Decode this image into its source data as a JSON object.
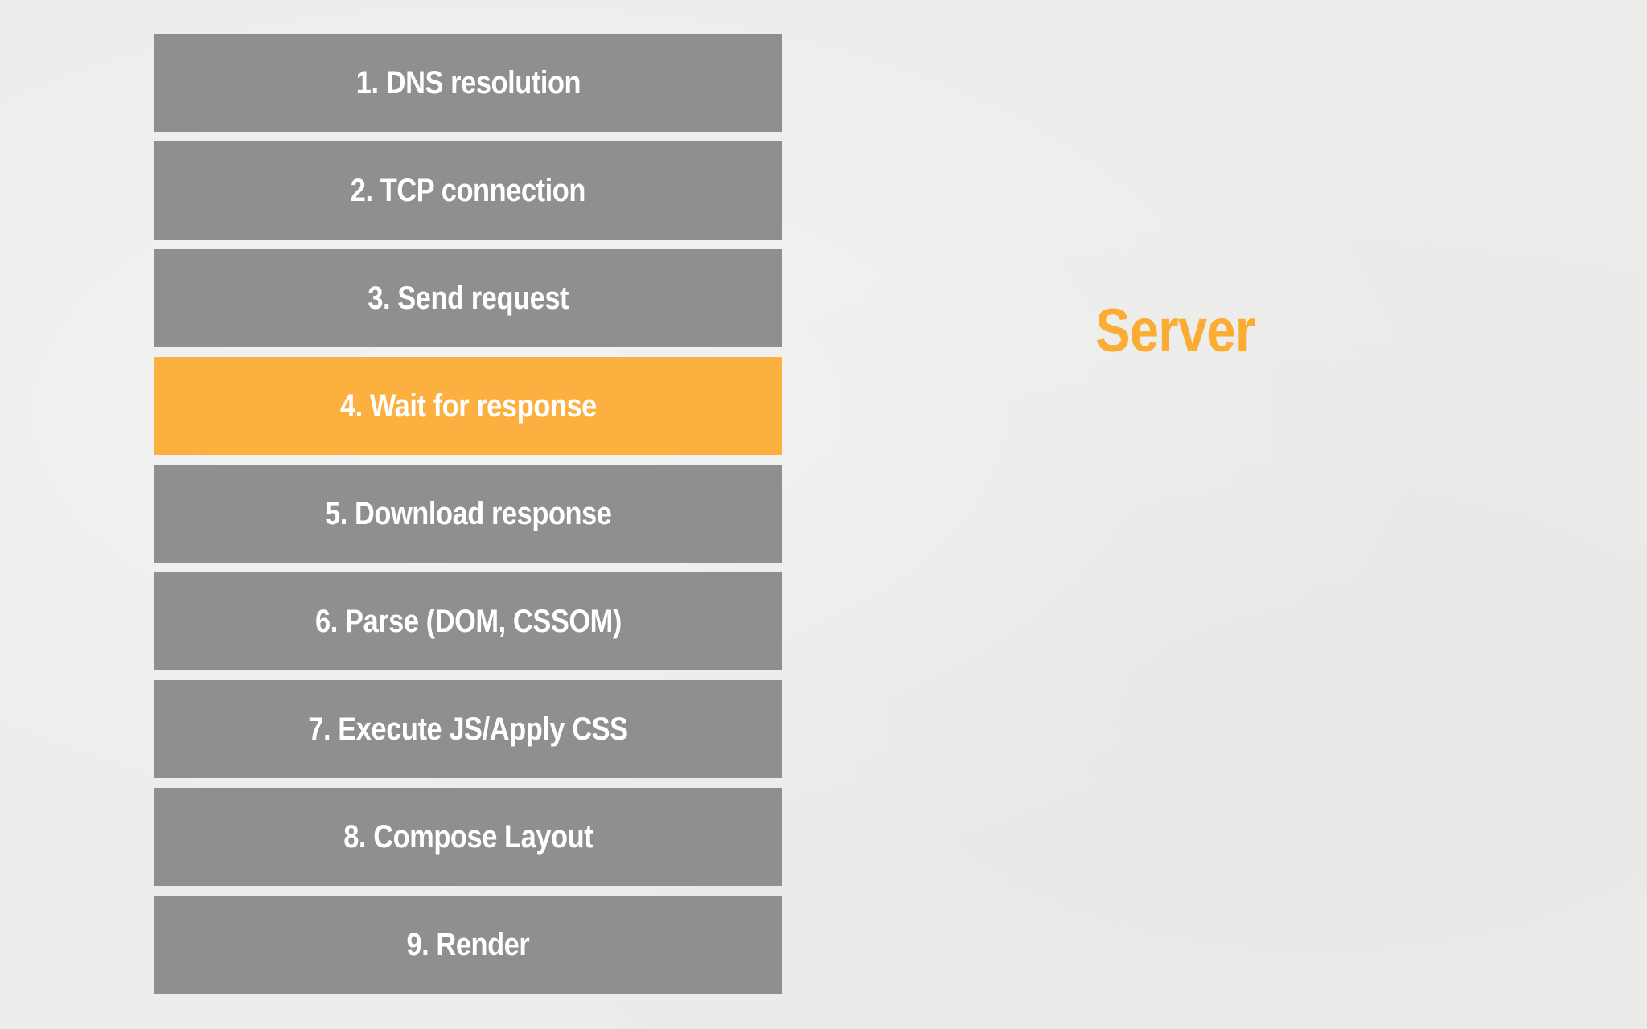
{
  "steps": [
    {
      "label": "1. DNS resolution",
      "active": false
    },
    {
      "label": "2. TCP connection",
      "active": false
    },
    {
      "label": "3. Send request",
      "active": false
    },
    {
      "label": "4. Wait for response",
      "active": true
    },
    {
      "label": "5. Download response",
      "active": false
    },
    {
      "label": "6. Parse (DOM, CSSOM)",
      "active": false
    },
    {
      "label": "7. Execute JS/Apply CSS",
      "active": false
    },
    {
      "label": "8. Compose Layout",
      "active": false
    },
    {
      "label": "9. Render",
      "active": false
    }
  ],
  "server_label": "Server",
  "colors": {
    "step_default": "#8f8f8f",
    "step_active": "#fbb040",
    "server_text": "#fbac33",
    "background": "#ececeb"
  }
}
